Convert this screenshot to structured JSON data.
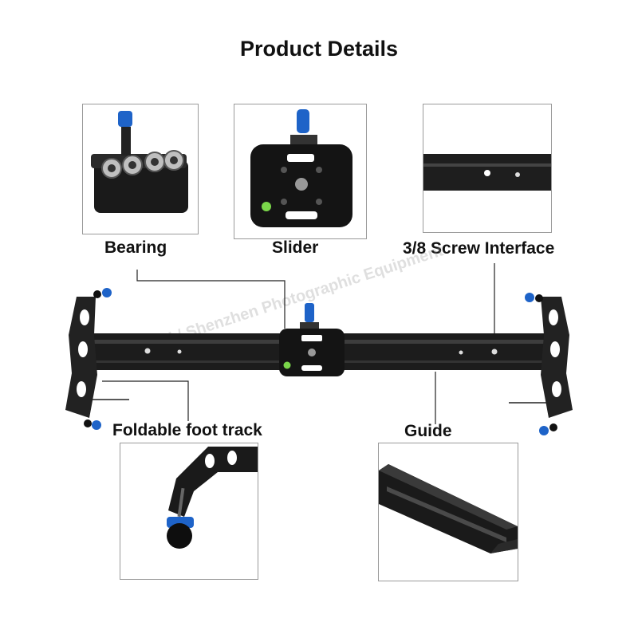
{
  "page": {
    "title": "Product Details"
  },
  "labels": {
    "bearing": "Bearing",
    "slider": "Slider",
    "screw_interface": "3/8 Screw Interface",
    "foldable_foot": "Foldable foot track",
    "guide": "Guide"
  },
  "watermark": "good / Shenzhen Photographic Equipment",
  "colors": {
    "rail": "#1c1c1c",
    "knob": "#1e63c8",
    "bubble_level": "#7ad64a",
    "border": "#9a9a9a"
  }
}
